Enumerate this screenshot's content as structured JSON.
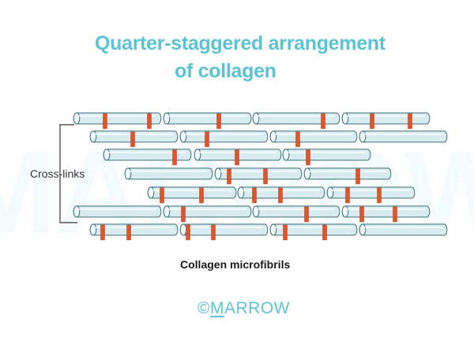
{
  "title": {
    "line1": "Quarter-staggered arrangement",
    "line2": "of collagen"
  },
  "crosslinks_label": "Cross-links",
  "caption": "Collagen microfibrils",
  "logo": {
    "symbol": "©",
    "first_letter": "M",
    "rest": "ARROW"
  },
  "colors": {
    "title": "#5bc3d3",
    "fibril_fill": "#d9edf1",
    "fibril_stroke": "#3f6f78",
    "crosslink": "#e0552b",
    "bracket": "#333333"
  },
  "watermark_text": "MARROW"
}
